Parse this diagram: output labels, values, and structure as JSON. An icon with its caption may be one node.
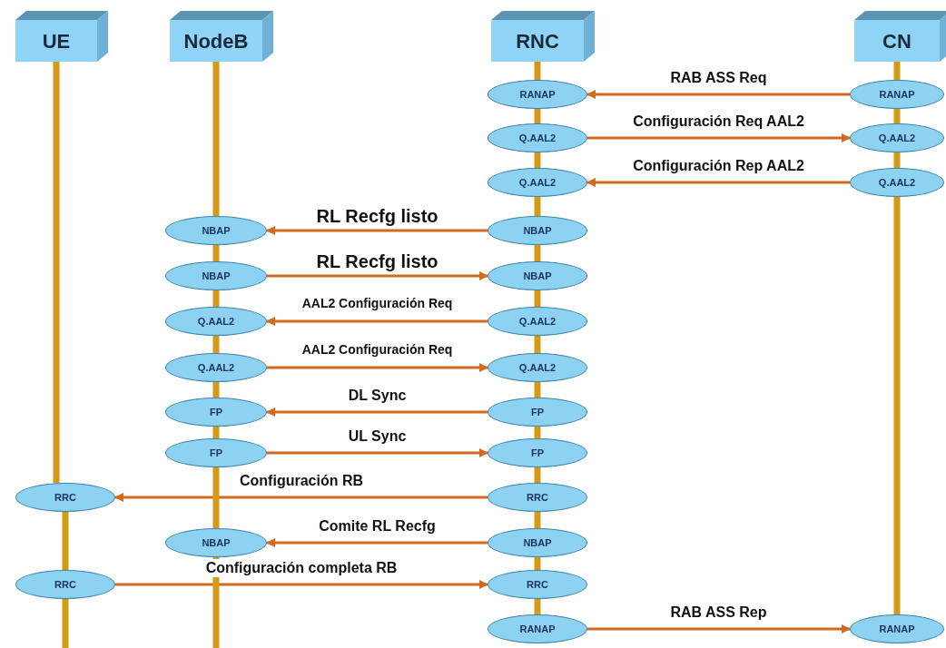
{
  "diagram": {
    "nodes": [
      {
        "text": [
          "UE"
        ]
      },
      {
        "text": [
          "NodeB"
        ]
      },
      {
        "text": [
          "RNC"
        ]
      },
      {
        "text": [
          "CN"
        ]
      },
      {
        "text": [
          "RANAP"
        ]
      },
      {
        "text": [
          "RANAP"
        ]
      },
      {
        "text": [
          "Q.AAL2"
        ]
      },
      {
        "text": [
          "Q.AAL2"
        ]
      },
      {
        "text": [
          "Q.AAL2"
        ]
      },
      {
        "text": [
          "Q.AAL2"
        ]
      },
      {
        "text": [
          "NBAP"
        ]
      },
      {
        "text": [
          "NBAP"
        ]
      },
      {
        "text": [
          "NBAP"
        ]
      },
      {
        "text": [
          "NBAP"
        ]
      },
      {
        "text": [
          "Q.AAL2"
        ]
      },
      {
        "text": [
          "Q.AAL2"
        ]
      },
      {
        "text": [
          "Q.AAL2"
        ]
      },
      {
        "text": [
          "Q.AAL2"
        ]
      },
      {
        "text": [
          "FP"
        ]
      },
      {
        "text": [
          "FP"
        ]
      },
      {
        "text": [
          "FP"
        ]
      },
      {
        "text": [
          "FP"
        ]
      },
      {
        "text": [
          "RRC"
        ]
      },
      {
        "text": [
          "RRC"
        ]
      },
      {
        "text": [
          "NBAP"
        ]
      },
      {
        "text": [
          "NBAP"
        ]
      },
      {
        "text": [
          "RRC"
        ]
      },
      {
        "text": [
          "RRC"
        ]
      },
      {
        "text": [
          "RANAP"
        ]
      },
      {
        "text": [
          "RANAP"
        ]
      }
    ],
    "edges": [
      {
        "from": 5,
        "to": 4,
        "arrow": "to",
        "label": "RAB ASS Req",
        "color": "#d2691e"
      },
      {
        "from": 6,
        "to": 7,
        "arrow": "to",
        "label": "Configuración Req AAL2",
        "color": "#d2691e"
      },
      {
        "from": 9,
        "to": 8,
        "arrow": "to",
        "label": "Configuración Rep AAL2",
        "color": "#d2691e"
      },
      {
        "from": 11,
        "to": 10,
        "arrow": "to",
        "label": "RL Recfg listo",
        "color": "#d2691e"
      },
      {
        "from": 12,
        "to": 13,
        "arrow": "to",
        "label": "RL Recfg listo",
        "color": "#d2691e"
      },
      {
        "from": 15,
        "to": 14,
        "arrow": "to",
        "label": "AAL2 Configuración Req",
        "color": "#d2691e"
      },
      {
        "from": 16,
        "to": 17,
        "arrow": "to",
        "label": "AAL2 Configuración Req",
        "color": "#d2691e"
      },
      {
        "from": 19,
        "to": 18,
        "arrow": "to",
        "label": "DL Sync",
        "color": "#d2691e"
      },
      {
        "from": 20,
        "to": 21,
        "arrow": "to",
        "label": "UL Sync",
        "color": "#d2691e"
      },
      {
        "from": 23,
        "to": 22,
        "arrow": "to",
        "label": "Configuración RB",
        "color": "#d2691e"
      },
      {
        "from": 25,
        "to": 24,
        "arrow": "to",
        "label": "Comite RL Recfg",
        "color": "#d2691e"
      },
      {
        "from": 26,
        "to": 27,
        "arrow": "to",
        "label": "Configuración completa RB",
        "color": "#d2691e"
      },
      {
        "from": 28,
        "to": 29,
        "arrow": "to",
        "label": "RAB ASS Rep",
        "color": "#d2691e"
      },
      {
        "from": 0,
        "to": 22,
        "arrow": "none"
      },
      {
        "from": 22,
        "to": 26,
        "arrow": "none"
      },
      {
        "from": 26,
        "to": null,
        "arrow": "none"
      },
      {
        "from": 1,
        "to": 10,
        "arrow": "none"
      },
      {
        "from": 10,
        "to": 12,
        "arrow": "none"
      },
      {
        "from": 12,
        "to": 14,
        "arrow": "none"
      },
      {
        "from": 14,
        "to": 16,
        "arrow": "none"
      },
      {
        "from": 16,
        "to": 18,
        "arrow": "none"
      },
      {
        "from": 18,
        "to": 20,
        "arrow": "none"
      },
      {
        "from": 20,
        "to": 24,
        "arrow": "none"
      },
      {
        "from": 24,
        "to": null,
        "arrow": "none"
      },
      {
        "from": 2,
        "to": 4,
        "arrow": "none"
      },
      {
        "from": 4,
        "to": 6,
        "arrow": "none"
      },
      {
        "from": 6,
        "to": 8,
        "arrow": "none"
      },
      {
        "from": 8,
        "to": 11,
        "arrow": "none"
      },
      {
        "from": 11,
        "to": 13,
        "arrow": "none"
      },
      {
        "from": 13,
        "to": 15,
        "arrow": "none"
      },
      {
        "from": 15,
        "to": 17,
        "arrow": "none"
      },
      {
        "from": 17,
        "to": 19,
        "arrow": "none"
      },
      {
        "from": 19,
        "to": 21,
        "arrow": "none"
      },
      {
        "from": 21,
        "to": 23,
        "arrow": "none"
      },
      {
        "from": 23,
        "to": 25,
        "arrow": "none"
      },
      {
        "from": 25,
        "to": 27,
        "arrow": "none"
      },
      {
        "from": 27,
        "to": 28,
        "arrow": "none"
      },
      {
        "from": 3,
        "to": 5,
        "arrow": "none"
      },
      {
        "from": 5,
        "to": 7,
        "arrow": "none"
      },
      {
        "from": 7,
        "to": 9,
        "arrow": "none"
      },
      {
        "from": 9,
        "to": 29,
        "arrow": "none"
      }
    ]
  }
}
